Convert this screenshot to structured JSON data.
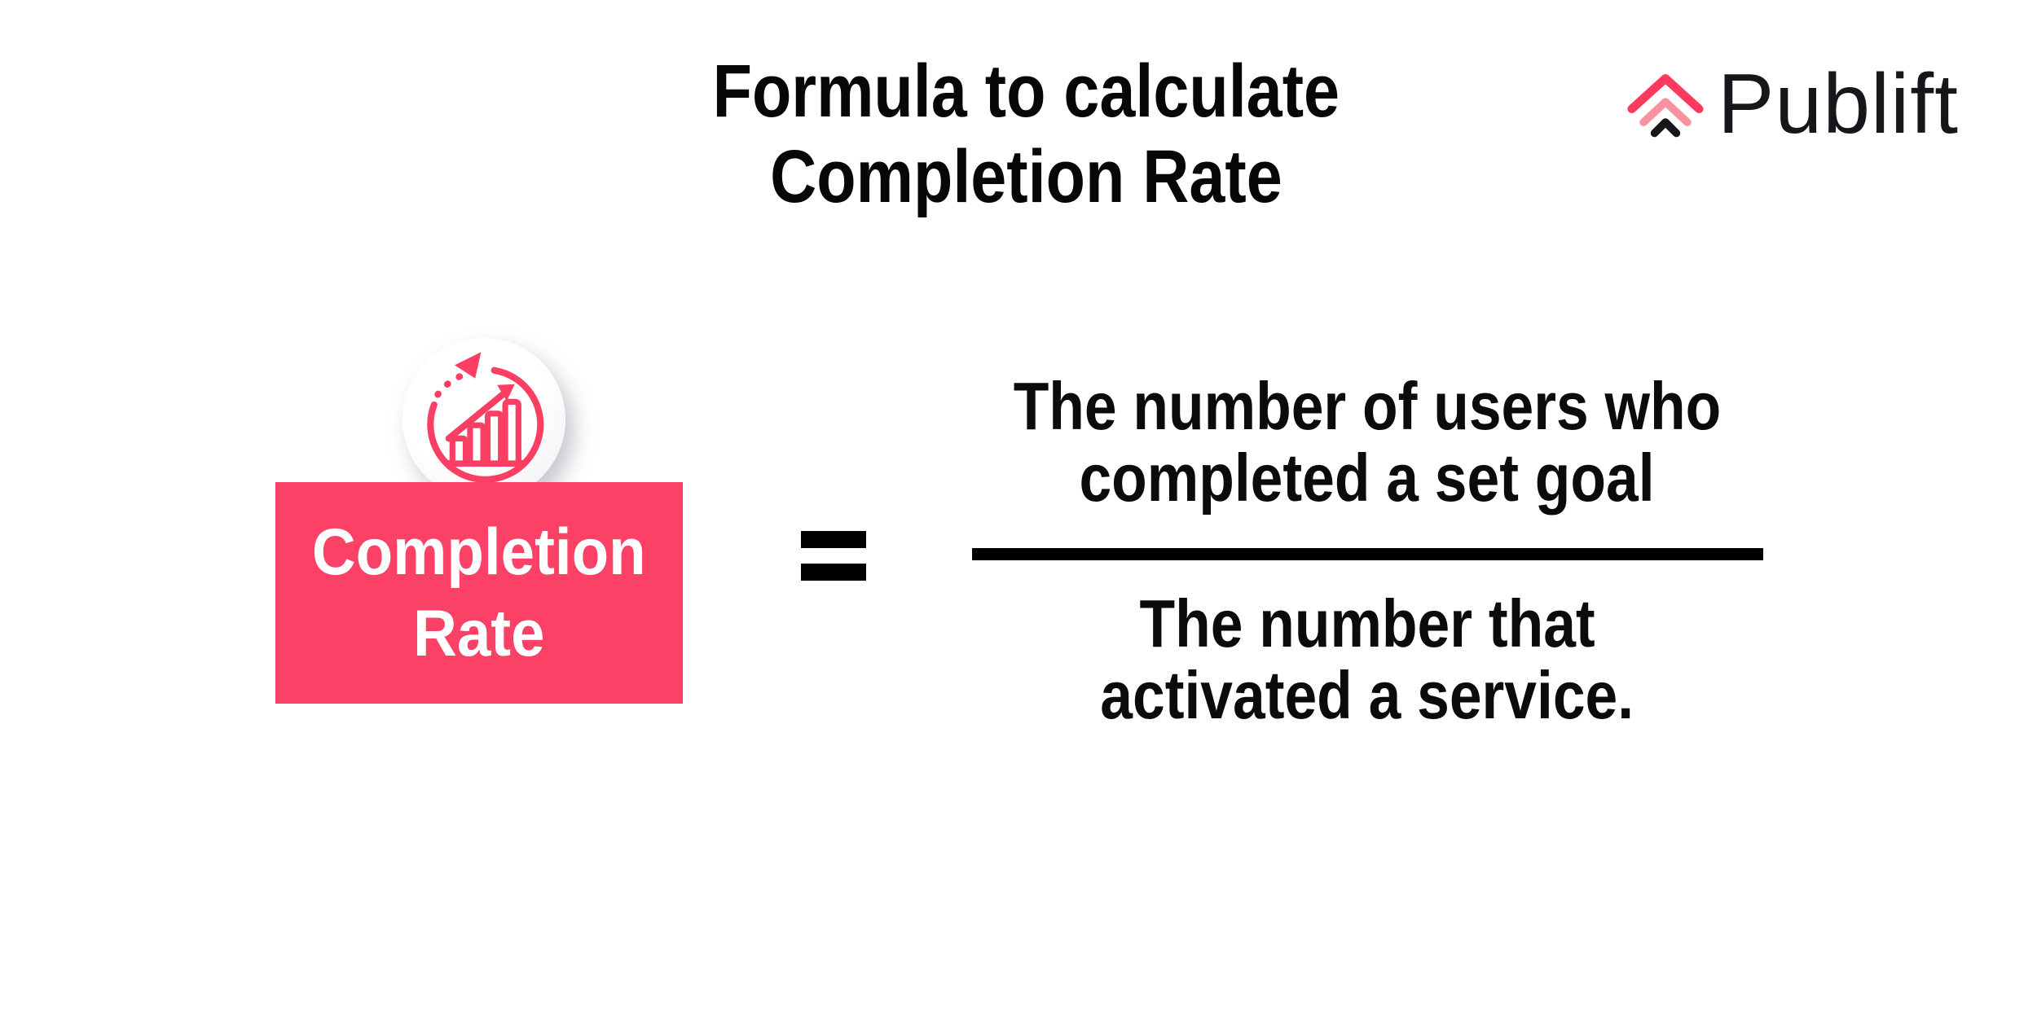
{
  "page": {
    "background": "#FFFFFF"
  },
  "title": {
    "line1": "Formula to calculate",
    "line2": "Completion Rate"
  },
  "brand": {
    "name": "Publift",
    "mark_icon": "publift-chevrons-icon",
    "colors": {
      "chevron_top": "#FC3A5E",
      "chevron_middle": "#F9919F",
      "chevron_bottom": "#17171B",
      "wordmark": "#17171B"
    }
  },
  "metric": {
    "icon": "growth-chart-icon",
    "icon_color": "#FB3E63",
    "box_color": "#FC4166",
    "label_color": "#FFFFFF",
    "label_line1": "Completion",
    "label_line2": "Rate"
  },
  "equation": {
    "equals_symbol": "=",
    "equals_color": "#000000",
    "fraction_bar_color": "#000000",
    "text_color": "#0B0B0B",
    "numerator": {
      "line1": "The number of users who",
      "line2": "completed a set goal"
    },
    "denominator": {
      "line1": "The number that",
      "line2": "activated a service."
    }
  }
}
